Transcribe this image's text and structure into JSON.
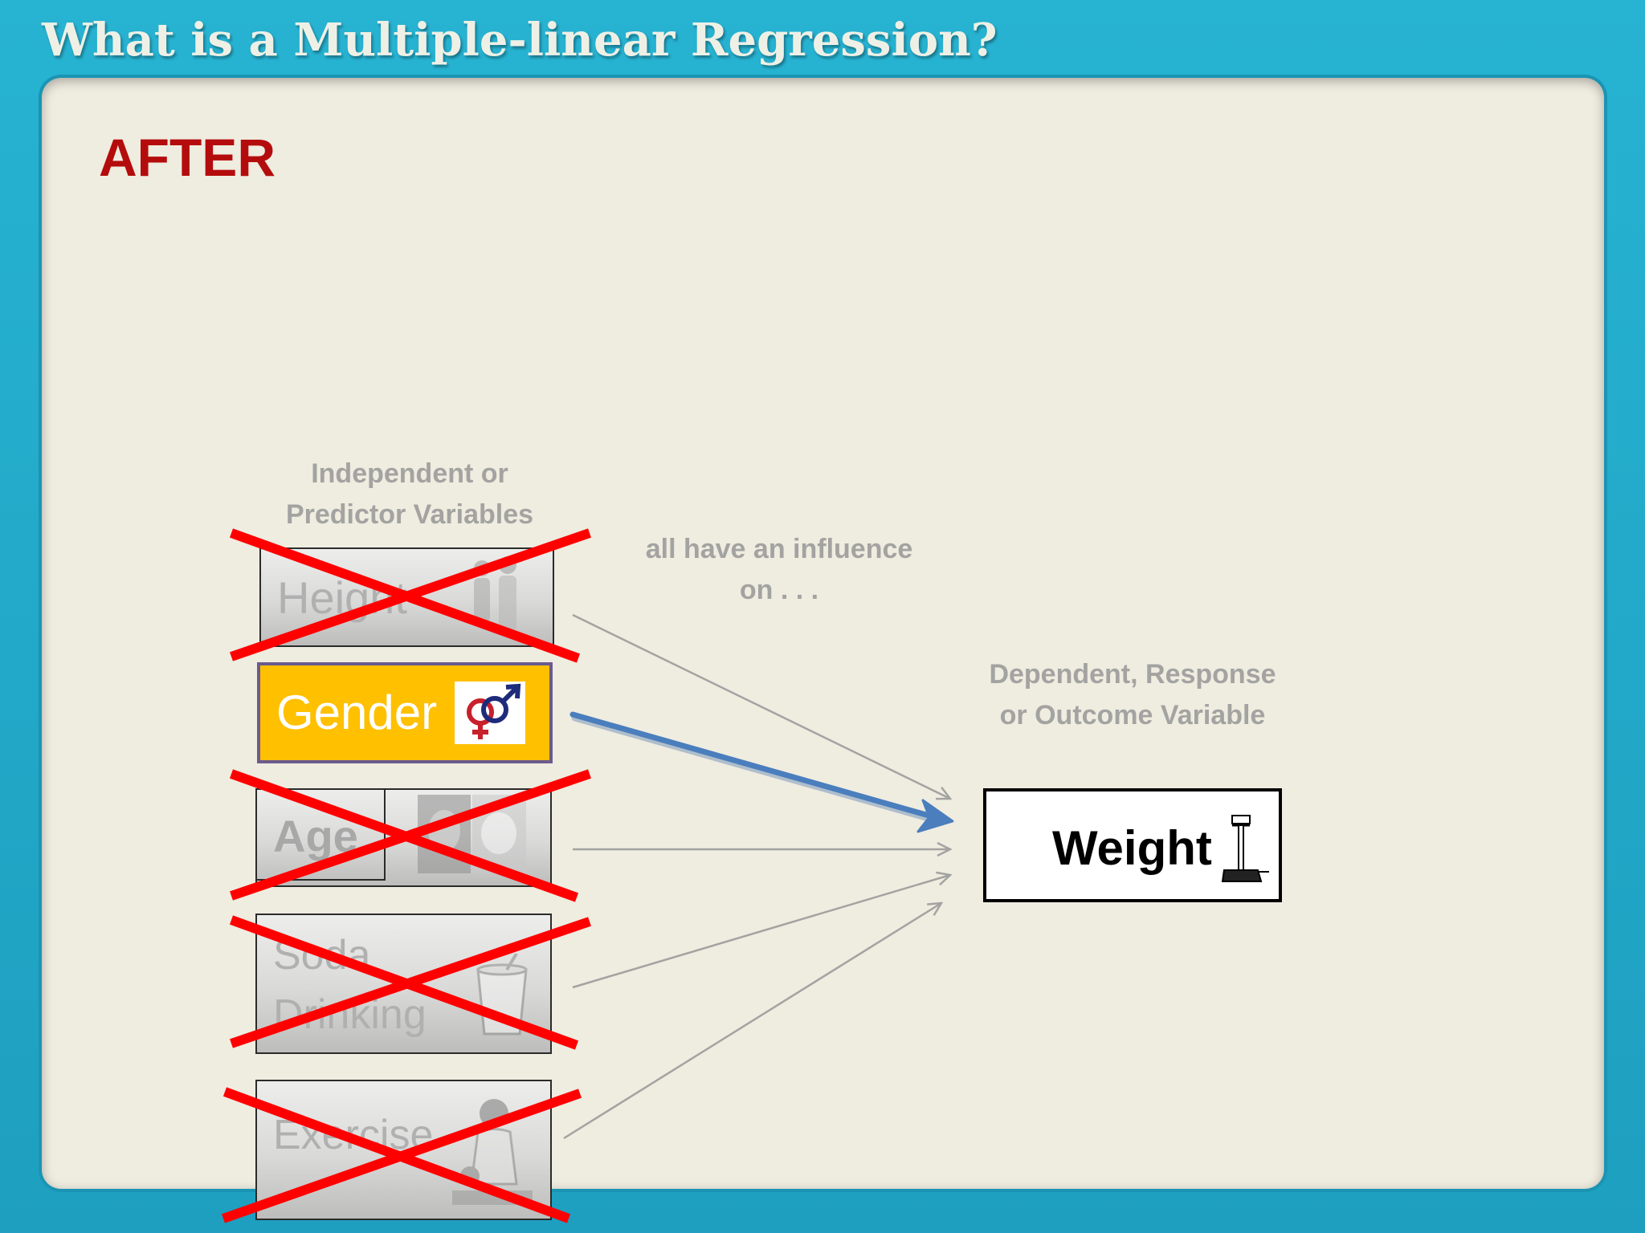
{
  "slide": {
    "title": "What is a Multiple-linear Regression?",
    "stage_label": "AFTER"
  },
  "captions": {
    "independent": "Independent or\nPredictor Variables",
    "influence": "all have an influence\non . . .",
    "dependent": "Dependent, Response\nor Outcome Variable"
  },
  "predictors": [
    {
      "label": "Height",
      "crossed_out": true,
      "icon": "height-photo-icon"
    },
    {
      "label": "Gender",
      "crossed_out": false,
      "icon": "gender-symbol-icon",
      "highlight_color": "#ffc000"
    },
    {
      "label": "Age",
      "crossed_out": true,
      "icon": "age-photo-icon"
    },
    {
      "label": "Soda\nDrinking",
      "crossed_out": true,
      "icon": "soda-cup-icon"
    },
    {
      "label": "Exercise",
      "crossed_out": true,
      "icon": "exercise-photo-icon"
    }
  ],
  "outcome": {
    "label": "Weight",
    "icon": "weighing-scale-icon"
  },
  "colors": {
    "background": "#20a8c8",
    "panel": "#efece0",
    "title_text": "#eef0e6",
    "stage_label": "#b40c0c",
    "caption_text": "#a3a3a1",
    "cross": "#ff0000",
    "active_arrow": "#4a7ebd",
    "inactive_arrow": "#a3a3a1",
    "gender_border": "#6b5b8e"
  }
}
